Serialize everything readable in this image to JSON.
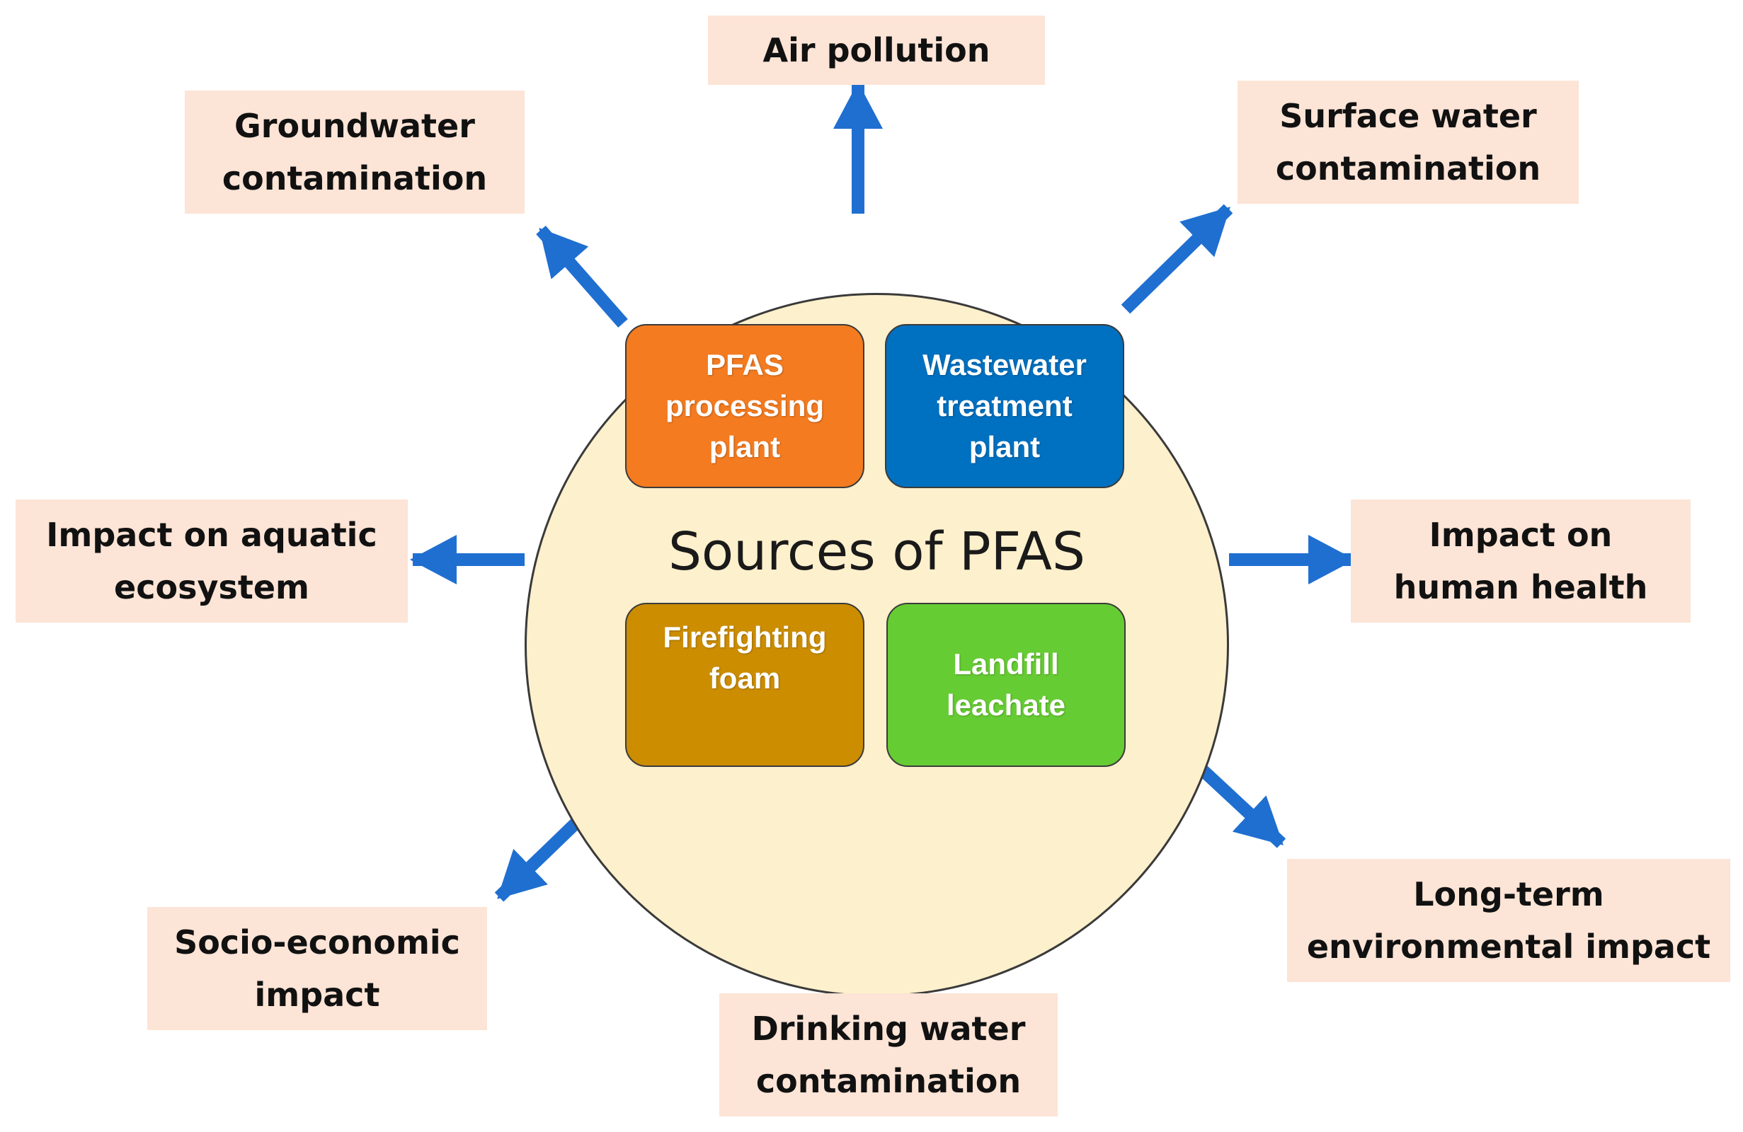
{
  "diagram": {
    "center_title": "Sources of PFAS",
    "sources": [
      {
        "label": "PFAS\nprocessing\nplant",
        "color": "#f47b20"
      },
      {
        "label": "Wastewater\ntreatment\nplant",
        "color": "#0070c0"
      },
      {
        "label": "Firefighting\nfoam",
        "color": "#cc8d00"
      },
      {
        "label": "Landfill\nleachate",
        "color": "#66cc33"
      }
    ],
    "impacts": [
      {
        "label": "Air pollution"
      },
      {
        "label": "Groundwater\ncontamination"
      },
      {
        "label": "Surface water\ncontamination"
      },
      {
        "label": "Impact on aquatic\necosystem"
      },
      {
        "label": "Impact on\nhuman health"
      },
      {
        "label": "Socio-economic\nimpact"
      },
      {
        "label": "Drinking water\ncontamination"
      },
      {
        "label": "Long-term\nenvironmental impact"
      }
    ],
    "colors": {
      "arrow": "#1f6fd1",
      "impact_box": "#fce4d6",
      "circle_fill": "#fdf0cc"
    }
  }
}
